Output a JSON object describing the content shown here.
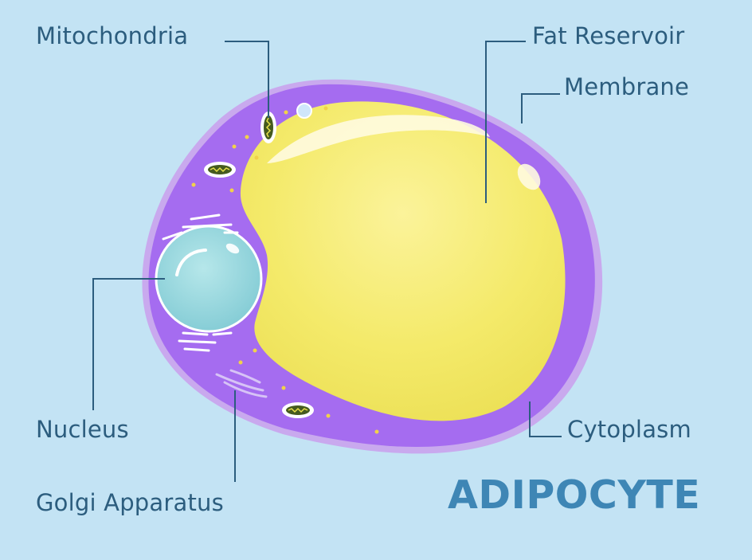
{
  "labels": {
    "mitochondria": "Mitochondria",
    "fat_reservoir": "Fat Reservoir",
    "membrane": "Membrane",
    "nucleus": "Nucleus",
    "cytoplasm": "Cytoplasm",
    "golgi": "Golgi Apparatus"
  },
  "title": "ADIPOCYTE",
  "colors": {
    "background": "#c3e3f4",
    "membrane": "#c9a9ee",
    "cytoplasm": "#a56cf0",
    "fat_reservoir": "#f2e85f",
    "nucleus": "#93d5dc",
    "label_text": "#2c5d7e",
    "title_text": "#3e86b5"
  }
}
